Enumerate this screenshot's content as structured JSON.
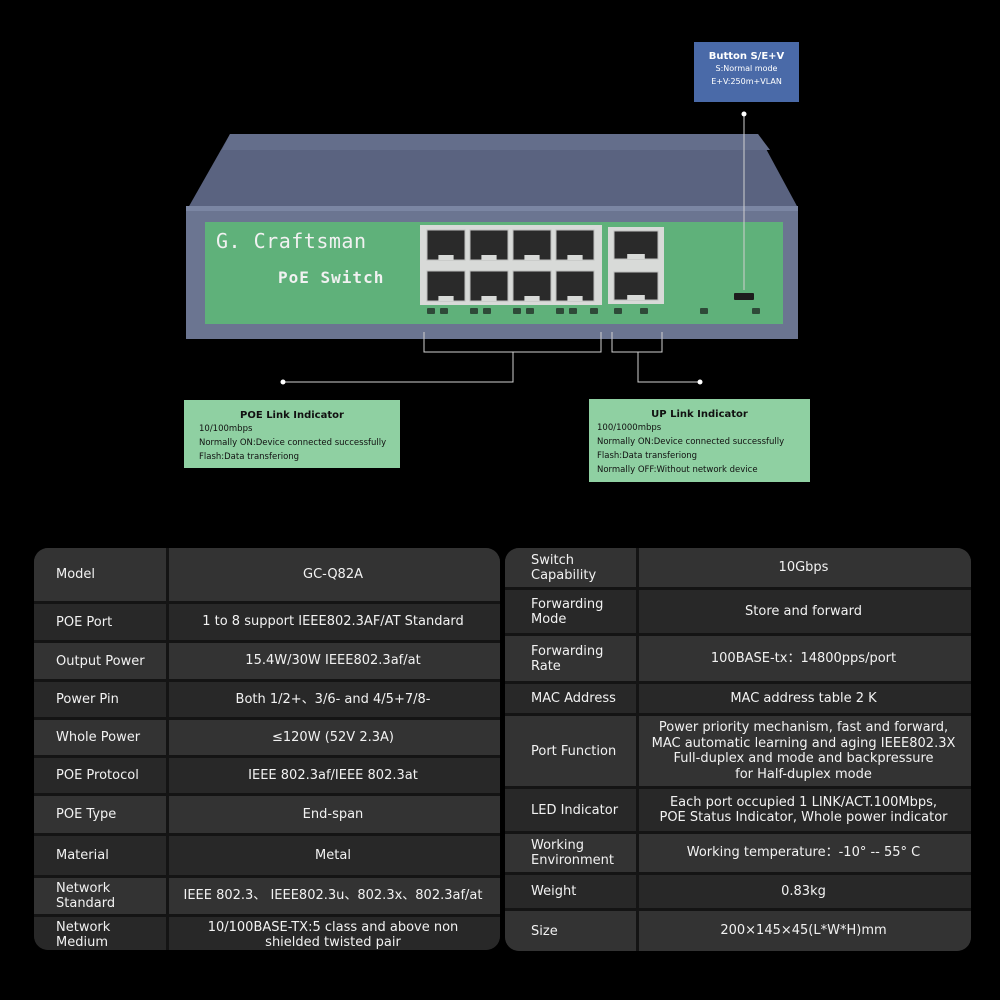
{
  "device": {
    "brand": "G. Craftsman",
    "product": "PoE Switch"
  },
  "callouts": {
    "button": {
      "title": "Button S/E+V",
      "lines": [
        "S:Normal mode",
        "E+V:250m+VLAN"
      ]
    },
    "poe_link": {
      "title": "POE Link Indicator",
      "lines": [
        "10/100mbps",
        "Normally ON:Device connected successfully",
        "Flash:Data transferiong"
      ]
    },
    "up_link": {
      "title": "UP Link Indicator",
      "lines": [
        "100/1000mbps",
        "Normally ON:Device connected successfully",
        "Flash:Data transferiong",
        "Normally OFF:Without network device"
      ]
    }
  },
  "colors": {
    "panel_green": "#5fb17a",
    "chassis": "#6b7591",
    "callout_green": "#8fd0a2",
    "callout_blue": "#4a6aa8"
  },
  "specs_left": [
    {
      "label": "Model",
      "value": "GC-Q82A"
    },
    {
      "label": "POE Port",
      "value": "1 to 8 support IEEE802.3AF/AT Standard"
    },
    {
      "label": "Output Power",
      "value": "15.4W/30W    IEEE802.3af/at"
    },
    {
      "label": "Power Pin",
      "value": "Both 1/2+、3/6- and 4/5+7/8-"
    },
    {
      "label": "Whole Power",
      "value": "≤120W (52V 2.3A)"
    },
    {
      "label": "POE Protocol",
      "value": "IEEE 802.3af/IEEE 802.3at"
    },
    {
      "label": "POE Type",
      "value": "End-span"
    },
    {
      "label": "Material",
      "value": "Metal"
    },
    {
      "label": "Network\nStandard",
      "value": "IEEE 802.3、 IEEE802.3u、802.3x、802.3af/at"
    },
    {
      "label": "Network\nMedium",
      "value": "10/100BASE-TX:5 class and above non\nshielded twisted pair"
    }
  ],
  "specs_right": [
    {
      "label": "Switch\nCapability",
      "value": "10Gbps"
    },
    {
      "label": "Forwarding\nMode",
      "value": "Store and forward"
    },
    {
      "label": "Forwarding\nRate",
      "value": "100BASE-tx：14800pps/port"
    },
    {
      "label": "MAC Address",
      "value": "MAC address table 2 K"
    },
    {
      "label": "Port Function",
      "value": "Power priority mechanism, fast and forward,\nMAC automatic learning and aging IEEE802.3X\nFull-duplex and mode and backpressure\nfor Half-duplex mode"
    },
    {
      "label": "LED Indicator",
      "value": "Each port occupied 1 LINK/ACT.100Mbps,\nPOE Status Indicator, Whole power indicator"
    },
    {
      "label": "Working\nEnvironment",
      "value": "Working temperature：-10°  -- 55°  C"
    },
    {
      "label": "Weight",
      "value": "0.83kg"
    },
    {
      "label": "Size",
      "value": "200×145×45(L*W*H)mm"
    }
  ]
}
